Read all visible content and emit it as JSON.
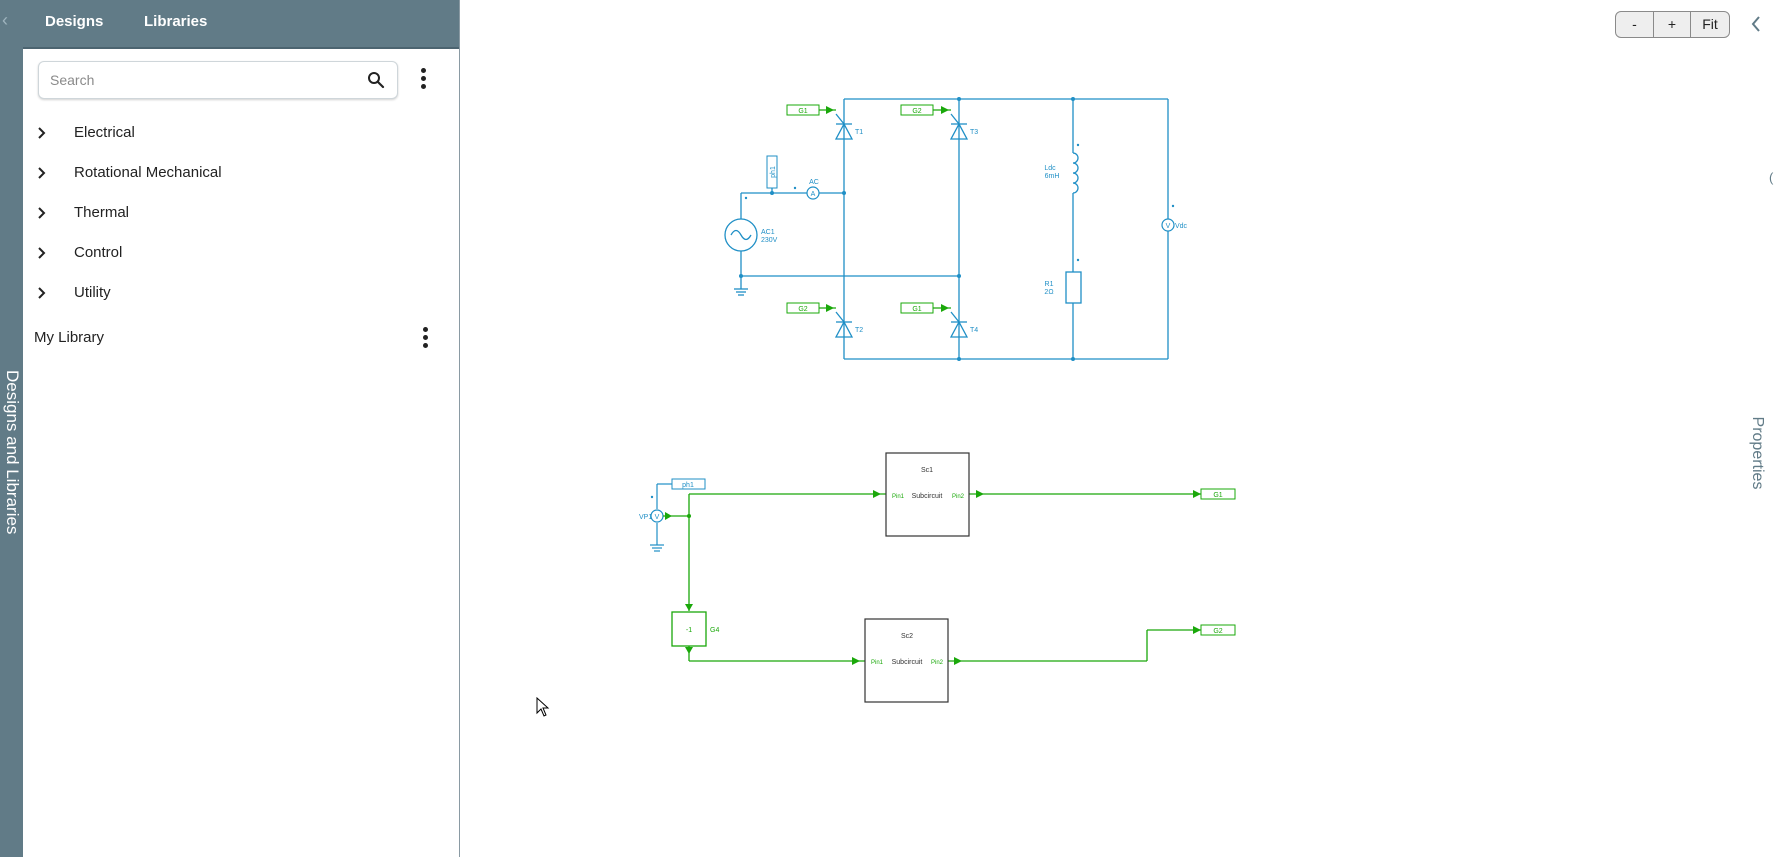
{
  "sidebar_rail": {
    "label": "Designs and Libraries",
    "back_icon": "chevron-left-icon"
  },
  "panel": {
    "tabs": [
      "Designs",
      "Libraries"
    ],
    "search": {
      "placeholder": "Search",
      "value": ""
    },
    "library_categories": [
      {
        "label": "Electrical"
      },
      {
        "label": "Rotational Mechanical"
      },
      {
        "label": "Thermal"
      },
      {
        "label": "Control"
      },
      {
        "label": "Utility"
      }
    ],
    "my_library": {
      "label": "My Library"
    }
  },
  "toolbar": {
    "zoom_out": "-",
    "zoom_in": "+",
    "fit": "Fit"
  },
  "right_panel": {
    "label": "Properties"
  },
  "schematic": {
    "power_circuit": {
      "gates": [
        "G1",
        "G2",
        "G2",
        "G1"
      ],
      "thyristors": [
        "T1",
        "T3",
        "T2",
        "T4"
      ],
      "phase_label": "ph1",
      "ammeter_label": "AC",
      "ammeter_symbol": "A",
      "source_name": "AC1",
      "source_value": "230V",
      "inductor_name": "Ldc",
      "inductor_value": "6mH",
      "resistor_name": "R1",
      "resistor_value": "2Ω",
      "voltmeter_symbol": "V",
      "voltmeter_name": "Vdc"
    },
    "control_circuit": {
      "phase_label": "ph1",
      "probe_name": "VP1",
      "probe_symbol": "V",
      "gain_value": "-1",
      "gain_name": "G4",
      "subcircuit1_name": "Sc1",
      "subcircuit2_name": "Sc2",
      "subcircuit_label": "Subcircuit",
      "port_in": "Pin1",
      "port_out": "Pin2",
      "output_tags": [
        "G1",
        "G2"
      ]
    }
  },
  "colors": {
    "sidebar": "#617b87",
    "circuit_blue": "#1f8fc6",
    "signal_green": "#1aa80a"
  }
}
